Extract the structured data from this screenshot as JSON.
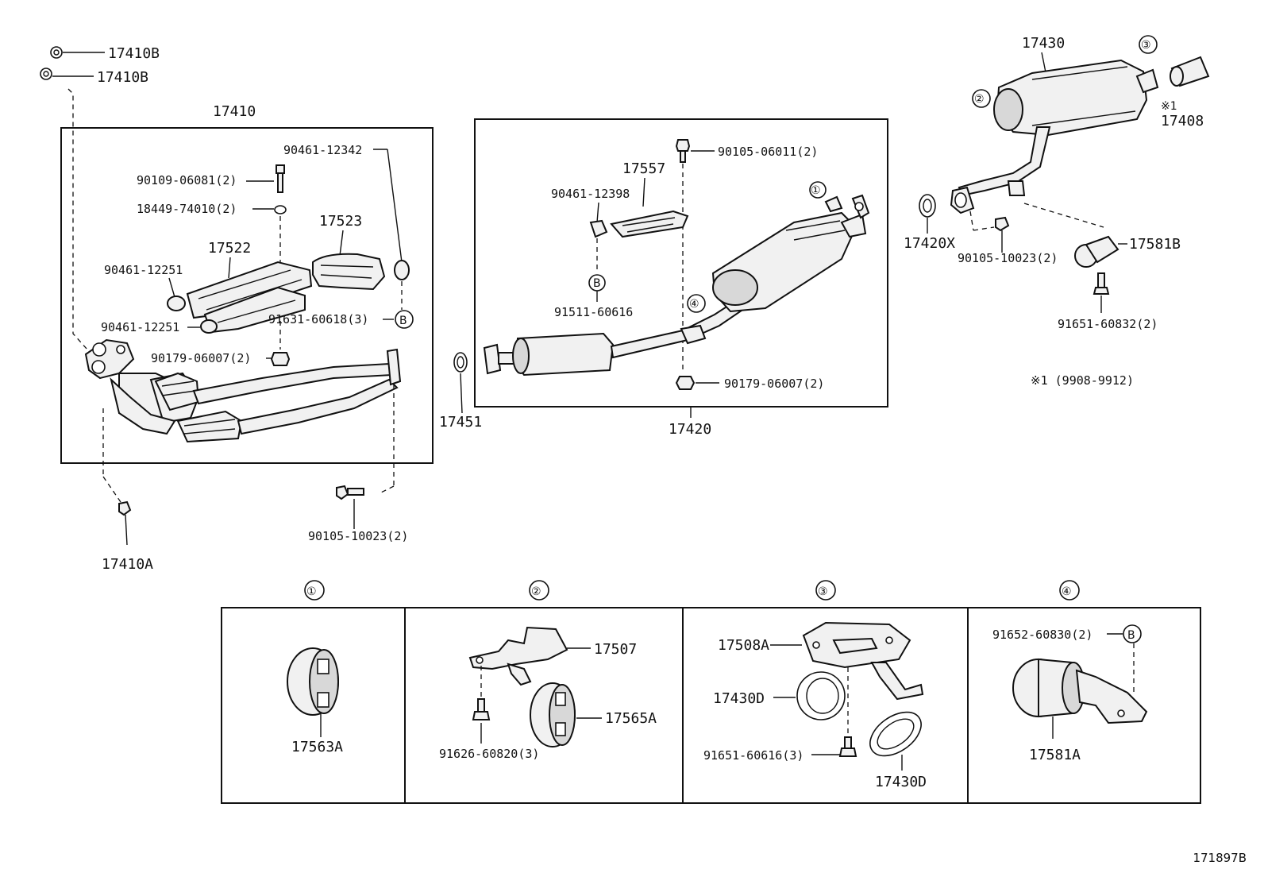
{
  "labels": {
    "p17410B_a": "17410B",
    "p17410B_b": "17410B",
    "p17410": "17410",
    "p90461_12342": "90461-12342",
    "p90109_06081": "90109-06081(2)",
    "p18449_74010": "18449-74010(2)",
    "p17523": "17523",
    "p17522": "17522",
    "p90461_12251_a": "90461-12251",
    "p90461_12251_b": "90461-12251",
    "p91631_60618": "91631-60618(3)",
    "p90179_06007_a": "90179-06007(2)",
    "p17451": "17451",
    "p90105_10023_a": "90105-10023(2)",
    "p17410A": "17410A",
    "p90105_06011": "90105-06011(2)",
    "p17557": "17557",
    "p90461_12398": "90461-12398",
    "p91511_60616": "91511-60616",
    "p90179_06007_b": "90179-06007(2)",
    "p17420": "17420",
    "p17430": "17430",
    "p17408": "17408",
    "p17420X": "17420X",
    "p90105_10023_b": "90105-10023(2)",
    "p17581B": "17581B",
    "p91651_60832": "91651-60832(2)",
    "note1": "※1 (9908-9912)",
    "p17563A": "17563A",
    "p17507": "17507",
    "p17565A": "17565A",
    "p91626_60820": "91626-60820(3)",
    "p17508A": "17508A",
    "p17430D_a": "17430D",
    "p17430D_b": "17430D",
    "p91651_60616": "91651-60616(3)",
    "p91652_60830": "91652-60830(2)",
    "p17581A": "17581A"
  },
  "markers": {
    "one": "①",
    "two": "②",
    "three": "③",
    "four": "④",
    "b": "B",
    "star1": "※1"
  },
  "diagram_code": "171897B"
}
